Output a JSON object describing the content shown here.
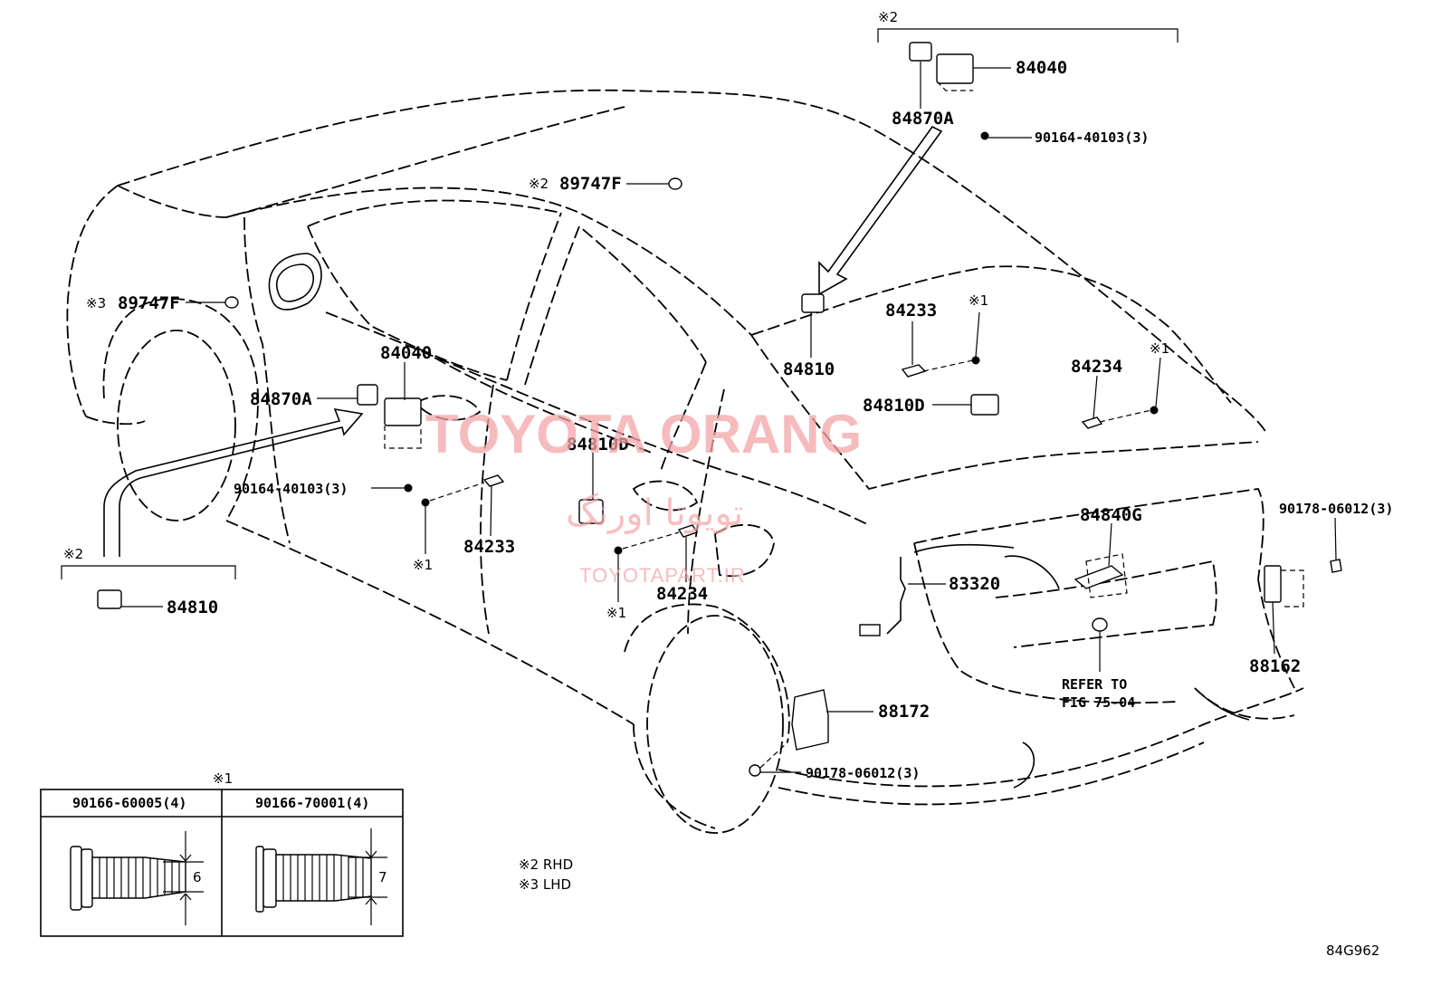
{
  "labels": {
    "p84040_top": "84040",
    "p84870A_top": "84870A",
    "p90164_top": "90164-40103(3)",
    "p89747F_rhd": "89747F",
    "p89747F_lhd": "89747F",
    "p84233_right": "84233",
    "p84810_right": "84810",
    "p84234_right": "84234",
    "p84810D_right": "84810D",
    "p84040_left": "84040",
    "p84870A_left": "84870A",
    "p90164_left": "90164-40103(3)",
    "p84233_left": "84233",
    "p84810D_left": "84810D",
    "p84234_left": "84234",
    "p84840G": "84840G",
    "p83320": "83320",
    "p90178_right": "90178-06012(3)",
    "p88162": "88162",
    "p88172": "88172",
    "p90178_bottom": "90178-06012(3)",
    "p84810_inset": "84810",
    "refer_line1": "REFER TO",
    "refer_line2": "FIG 75-04"
  },
  "marks": {
    "m1": "※1",
    "m2": "※2",
    "m3": "※3"
  },
  "legend": {
    "rhd": "※2  RHD",
    "lhd": "※3  LHD"
  },
  "bolt_table": {
    "mark": "※1",
    "col1_part": "90166-60005(4)",
    "col1_dim": "6",
    "col2_part": "90166-70001(4)",
    "col2_dim": "7"
  },
  "watermark": {
    "line1": "TOYOTA ORANG",
    "line2": "تویوتا اورنگ",
    "line3": "TOYOTAPART.IR"
  },
  "figure_code": "84G962"
}
